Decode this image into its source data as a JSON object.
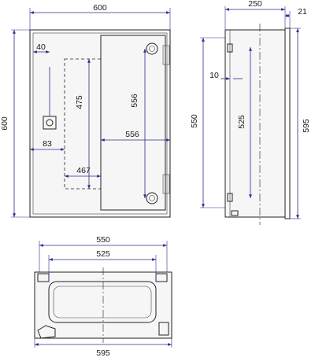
{
  "front_view": {
    "overall_width": "600",
    "overall_height": "600",
    "lock_offset": "40",
    "lock_from_left": "83",
    "mounting_plate_height": "475",
    "mounting_plate_width": "467",
    "hinge_spacing": "556",
    "door_width": "556"
  },
  "side_view": {
    "depth": "250",
    "flange": "21",
    "door_offset": "10",
    "height_550": "550",
    "height_525": "525",
    "height_595": "595"
  },
  "bottom_view": {
    "width_550": "550",
    "width_525": "525",
    "width_595": "595"
  }
}
